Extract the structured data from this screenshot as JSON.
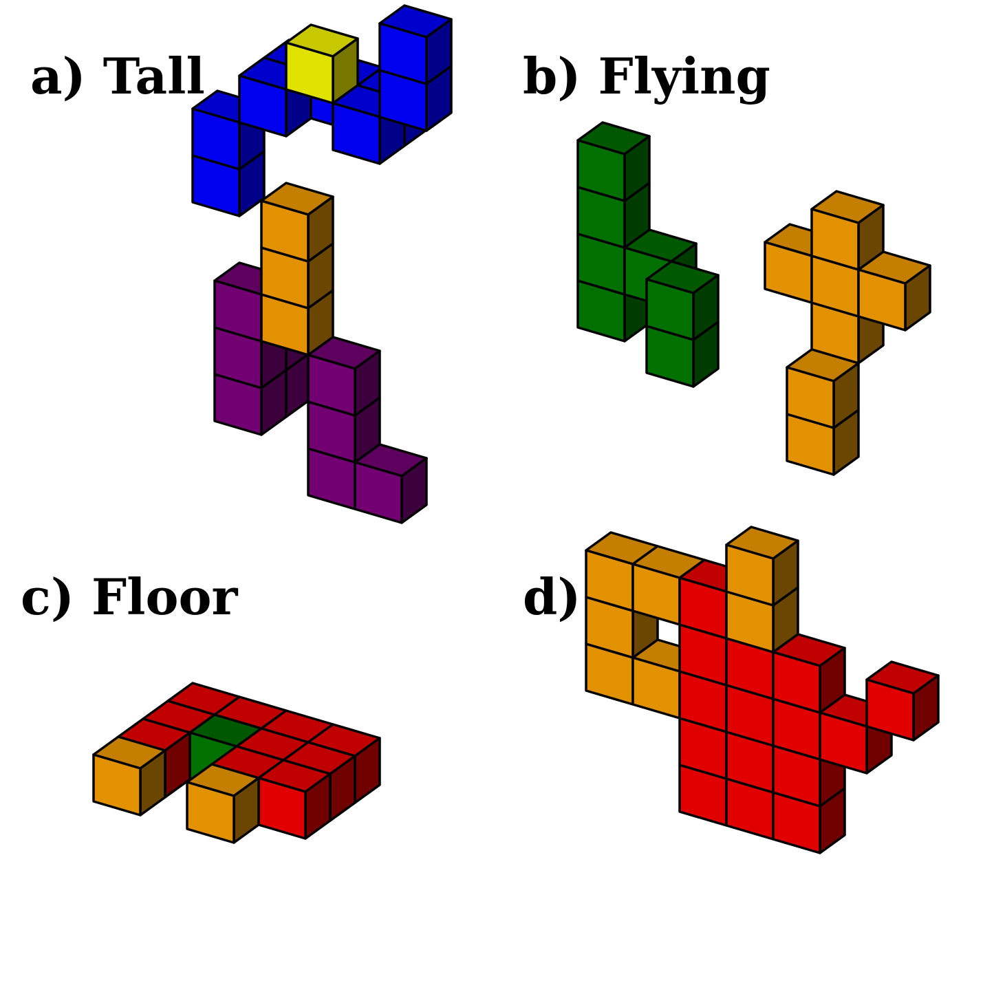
{
  "colors": {
    "blue": {
      "top": "#0000cc",
      "front": "#0000ee",
      "side": "#000088"
    },
    "yellow": {
      "top": "#c8c800",
      "front": "#e2e200",
      "side": "#777700"
    },
    "orange": {
      "top": "#c47e00",
      "front": "#e29200",
      "side": "#6a4600"
    },
    "purple": {
      "top": "#5e005e",
      "front": "#730073",
      "side": "#3c003c"
    },
    "green": {
      "top": "#005800",
      "front": "#007000",
      "side": "#003c00"
    },
    "red": {
      "top": "#c00000",
      "front": "#e00000",
      "side": "#700000"
    }
  },
  "panels": [
    {
      "id": "tall",
      "title": "a) Tall",
      "cubes": [
        {
          "x": 0,
          "y": 0,
          "z": 1,
          "c": "purple"
        },
        {
          "x": 0,
          "y": 0,
          "z": 2,
          "c": "purple"
        },
        {
          "x": 0,
          "y": 0,
          "z": 3,
          "c": "purple"
        },
        {
          "x": 0,
          "y": 1,
          "z": 1,
          "c": "purple"
        },
        {
          "x": 0,
          "y": 1,
          "z": 2,
          "c": "purple"
        },
        {
          "x": 2,
          "y": 0,
          "z": 0,
          "c": "purple"
        },
        {
          "x": 2,
          "y": 0,
          "z": 1,
          "c": "purple"
        },
        {
          "x": 2,
          "y": 0,
          "z": 2,
          "c": "purple"
        },
        {
          "x": 3,
          "y": 0,
          "z": 0,
          "c": "purple"
        },
        {
          "x": 1,
          "y": 0,
          "z": 3,
          "c": "orange"
        },
        {
          "x": 1,
          "y": 0,
          "z": 4,
          "c": "orange"
        },
        {
          "x": 1,
          "y": 0,
          "z": 5,
          "c": "orange"
        },
        {
          "x": -1,
          "y": 1,
          "z": 5,
          "c": "blue"
        },
        {
          "x": -1,
          "y": 1,
          "z": 6,
          "c": "blue"
        },
        {
          "x": 0,
          "y": 2,
          "z": 7,
          "c": "blue"
        },
        {
          "x": 1,
          "y": 2,
          "z": 7,
          "c": "blue"
        },
        {
          "x": 0,
          "y": 1,
          "z": 7,
          "c": "blue"
        },
        {
          "x": 2,
          "y": 1,
          "z": 7,
          "c": "blue"
        },
        {
          "x": 2,
          "y": 2,
          "z": 7,
          "c": "blue"
        },
        {
          "x": 3,
          "y": 1,
          "z": 8,
          "c": "blue"
        },
        {
          "x": 3,
          "y": 1,
          "z": 9,
          "c": "blue"
        },
        {
          "x": 1,
          "y": 1,
          "z": 8,
          "c": "yellow"
        }
      ]
    },
    {
      "id": "flying",
      "title": "b) Flying",
      "cubes": [
        {
          "x": 0,
          "y": 1,
          "z": 1,
          "c": "green"
        },
        {
          "x": 0,
          "y": 1,
          "z": 2,
          "c": "green"
        },
        {
          "x": 0,
          "y": 1,
          "z": 3,
          "c": "green"
        },
        {
          "x": 0,
          "y": 1,
          "z": 4,
          "c": "green"
        },
        {
          "x": 1,
          "y": 1,
          "z": 2,
          "c": "green"
        },
        {
          "x": 2,
          "y": 0,
          "z": 1,
          "c": "green"
        },
        {
          "x": 2,
          "y": 0,
          "z": 2,
          "c": "green"
        },
        {
          "x": 4,
          "y": 1,
          "z": 3,
          "c": "orange"
        },
        {
          "x": 5,
          "y": 1,
          "z": 2,
          "c": "orange"
        },
        {
          "x": 5,
          "y": 1,
          "z": 3,
          "c": "orange"
        },
        {
          "x": 5,
          "y": 1,
          "z": 4,
          "c": "orange"
        },
        {
          "x": 6,
          "y": 1,
          "z": 3,
          "c": "orange"
        },
        {
          "x": 5,
          "y": 0,
          "z": 0,
          "c": "orange"
        },
        {
          "x": 5,
          "y": 0,
          "z": 1,
          "c": "orange"
        }
      ]
    },
    {
      "id": "floor",
      "title": "c) Floor",
      "cubes": [
        {
          "x": 0,
          "y": 0,
          "z": 0,
          "c": "orange"
        },
        {
          "x": 2,
          "y": 0,
          "z": 0,
          "c": "orange"
        },
        {
          "x": 0,
          "y": 1,
          "z": 0,
          "c": "red"
        },
        {
          "x": 0,
          "y": 2,
          "z": 0,
          "c": "red"
        },
        {
          "x": 0,
          "y": 3,
          "z": 0,
          "c": "red"
        },
        {
          "x": 1,
          "y": 2,
          "z": 0,
          "c": "green"
        },
        {
          "x": 1,
          "y": 3,
          "z": 0,
          "c": "red"
        },
        {
          "x": 2,
          "y": 1,
          "z": 0,
          "c": "red"
        },
        {
          "x": 2,
          "y": 2,
          "z": 0,
          "c": "red"
        },
        {
          "x": 2,
          "y": 3,
          "z": 0,
          "c": "red"
        },
        {
          "x": 3,
          "y": 1,
          "z": 0,
          "c": "red"
        },
        {
          "x": 3,
          "y": 2,
          "z": 0,
          "c": "red"
        },
        {
          "x": 3,
          "y": 3,
          "z": 0,
          "c": "red"
        }
      ]
    },
    {
      "id": "flat",
      "title": "d) Flat",
      "cubes": [
        {
          "x": 0,
          "y": 0,
          "z": 2,
          "c": "orange"
        },
        {
          "x": 0,
          "y": 0,
          "z": 3,
          "c": "orange"
        },
        {
          "x": 0,
          "y": 0,
          "z": 4,
          "c": "orange"
        },
        {
          "x": 1,
          "y": 0,
          "z": 2,
          "c": "orange"
        },
        {
          "x": 1,
          "y": 0,
          "z": 4,
          "c": "orange"
        },
        {
          "x": 2,
          "y": 0,
          "z": 0,
          "c": "red"
        },
        {
          "x": 2,
          "y": 0,
          "z": 1,
          "c": "red"
        },
        {
          "x": 2,
          "y": 0,
          "z": 2,
          "c": "red"
        },
        {
          "x": 2,
          "y": 0,
          "z": 3,
          "c": "red"
        },
        {
          "x": 3,
          "y": 0,
          "z": 0,
          "c": "red"
        },
        {
          "x": 3,
          "y": 0,
          "z": 1,
          "c": "red"
        },
        {
          "x": 3,
          "y": 0,
          "z": 2,
          "c": "red"
        },
        {
          "x": 3,
          "y": 0,
          "z": 3,
          "c": "red"
        },
        {
          "x": 4,
          "y": 0,
          "z": 0,
          "c": "red"
        },
        {
          "x": 4,
          "y": 0,
          "z": 1,
          "c": "red"
        },
        {
          "x": 4,
          "y": 0,
          "z": 2,
          "c": "red"
        },
        {
          "x": 4,
          "y": 0,
          "z": 3,
          "c": "red"
        },
        {
          "x": 2,
          "y": 0,
          "z": 4,
          "c": "red"
        },
        {
          "x": 5,
          "y": 0,
          "z": 2,
          "c": "red"
        },
        {
          "x": 6,
          "y": 0,
          "z": 3,
          "c": "red"
        },
        {
          "x": 3,
          "y": 0,
          "z": 4,
          "c": "orange"
        },
        {
          "x": 3,
          "y": 0,
          "z": 5,
          "c": "orange"
        }
      ]
    }
  ]
}
